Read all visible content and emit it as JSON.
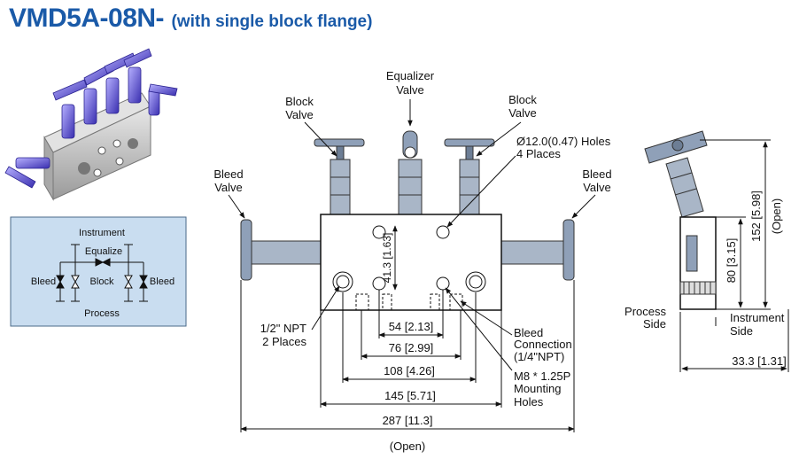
{
  "title": {
    "model": "VMD5A-08N-",
    "subtitle": "(with single block flange)"
  },
  "schematic": {
    "top_label": "Instrument",
    "equalize": "Equalize",
    "block": "Block",
    "bleed_left": "Bleed",
    "bleed_right": "Bleed",
    "bottom_label": "Process",
    "bg_color": "#c9ddf0"
  },
  "front": {
    "equalizer_valve": [
      "Equalizer",
      "Valve"
    ],
    "block_valve_left": [
      "Block",
      "Valve"
    ],
    "block_valve_right": [
      "Block",
      "Valve"
    ],
    "bleed_valve_left": [
      "Bleed",
      "Valve"
    ],
    "bleed_valve_right": [
      "Bleed",
      "Valve"
    ],
    "holes_note": [
      "Ø12.0(0.47) Holes",
      "4 Places"
    ],
    "npt_note": [
      "1/2\" NPT",
      "2 Places"
    ],
    "bleed_connection": [
      "Bleed",
      "Connection",
      "(1/4\"NPT)"
    ],
    "mounting_note": [
      "M8 * 1.25P",
      "Mounting",
      "Holes"
    ],
    "dim_vertical": "41.3 [1.63]",
    "dims": [
      "54 [2.13]",
      "76 [2.99]",
      "108 [4.26]",
      "145 [5.71]",
      "287 [11.3]"
    ],
    "open_label": "(Open)"
  },
  "side": {
    "dim_152": "152 [5.98]",
    "dim_open": "(Open)",
    "dim_80": "80 [3.15]",
    "dim_width": "33.3 [1.31]",
    "process_side": [
      "Process",
      "Side"
    ],
    "instrument_side": [
      "Instrument",
      "Side"
    ]
  },
  "colors": {
    "title": "#1a5aa8",
    "handle": "#5a4fd8",
    "body": "#cfcfcf"
  }
}
